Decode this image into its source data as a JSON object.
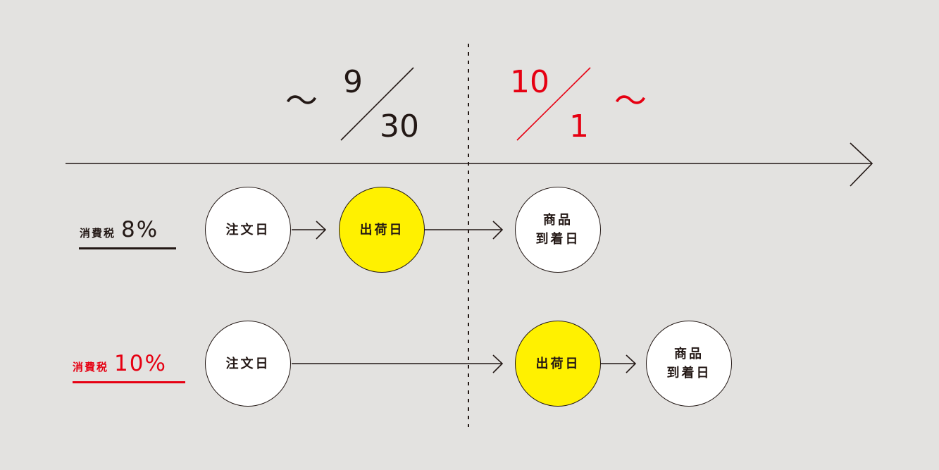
{
  "colors": {
    "background": "#e3e2e0",
    "ink": "#231815",
    "accent_red": "#e60012",
    "highlight_yellow": "#fff100",
    "node_white": "#ffffff"
  },
  "dates": {
    "before": {
      "prefix": "〜",
      "numerator": "9",
      "denominator": "30"
    },
    "after": {
      "numerator": "10",
      "denominator": "1",
      "suffix": "〜"
    }
  },
  "rows": [
    {
      "label": "消費税",
      "rate": "8%",
      "color": "#231815",
      "nodes": [
        {
          "lines": [
            "注文日"
          ],
          "fill": "#ffffff"
        },
        {
          "lines": [
            "出荷日"
          ],
          "fill": "#fff100"
        },
        {
          "lines": [
            "商品",
            "到着日"
          ],
          "fill": "#ffffff"
        }
      ]
    },
    {
      "label": "消費税",
      "rate": "10%",
      "color": "#e60012",
      "nodes": [
        {
          "lines": [
            "注文日"
          ],
          "fill": "#ffffff"
        },
        {
          "lines": [
            "出荷日"
          ],
          "fill": "#fff100"
        },
        {
          "lines": [
            "商品",
            "到着日"
          ],
          "fill": "#ffffff"
        }
      ]
    }
  ]
}
